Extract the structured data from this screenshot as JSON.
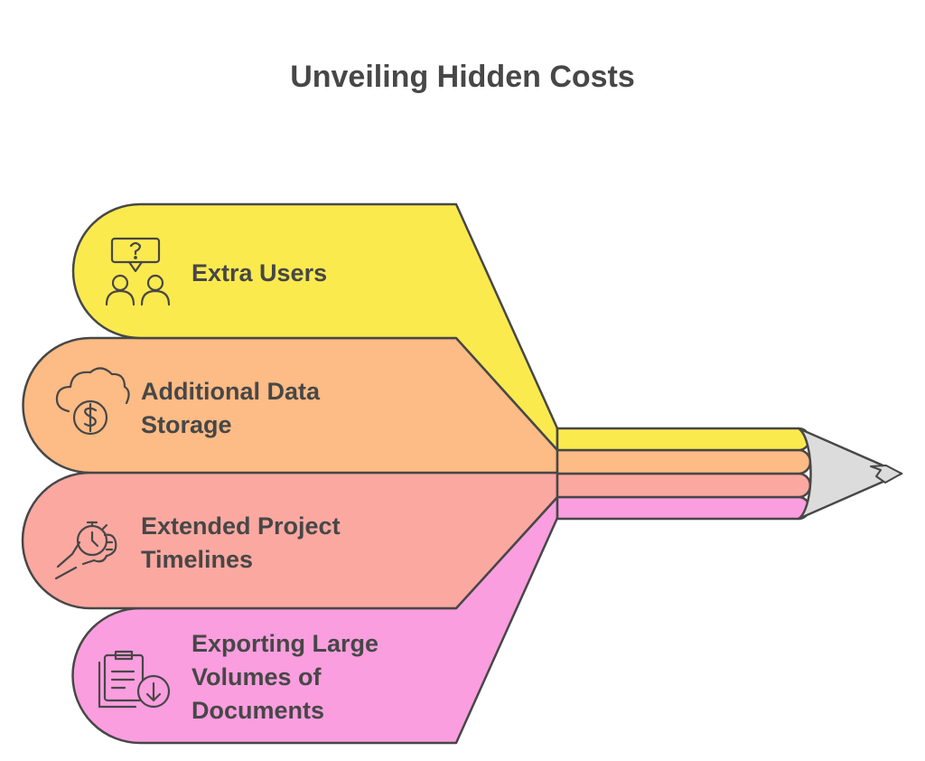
{
  "title": "Unveiling Hidden Costs",
  "colors": {
    "yellow": "#FBEA4E",
    "orange": "#FDBB85",
    "salmon": "#FBA8A0",
    "pink": "#FA9EDF",
    "outline": "#474747",
    "pencil_tip": "#DCDCDC"
  },
  "items": [
    {
      "lines": [
        "Extra Users"
      ],
      "icon": "users-question-icon",
      "color": "yellow"
    },
    {
      "lines": [
        "Additional Data",
        "Storage"
      ],
      "icon": "cloud-dollar-icon",
      "color": "orange"
    },
    {
      "lines": [
        "Extended Project",
        "Timelines"
      ],
      "icon": "hand-stopwatch-icon",
      "color": "salmon"
    },
    {
      "lines": [
        "Exporting Large",
        "Volumes of",
        "Documents"
      ],
      "icon": "document-download-icon",
      "color": "pink"
    }
  ]
}
